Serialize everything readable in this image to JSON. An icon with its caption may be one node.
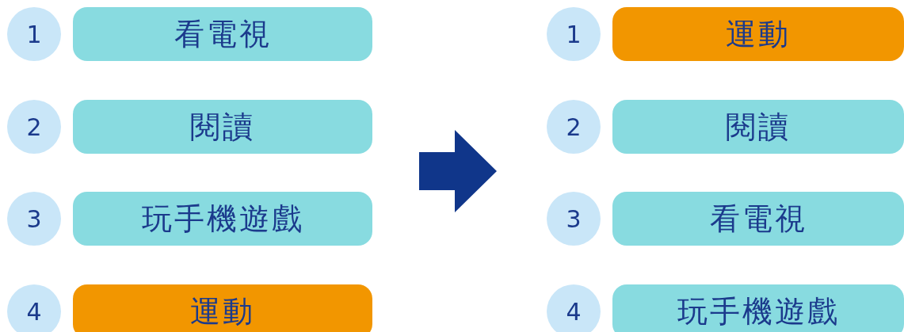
{
  "diagram": {
    "nodes": [
      {
        "text": [
          "1"
        ]
      },
      {
        "text": [
          "看電視"
        ]
      },
      {
        "text": [
          "2"
        ]
      },
      {
        "text": [
          "閱讀"
        ]
      },
      {
        "text": [
          "3"
        ]
      },
      {
        "text": [
          "玩手機遊戲"
        ]
      },
      {
        "text": [
          "4"
        ]
      },
      {
        "text": [
          "運動"
        ]
      },
      {
        "text": [
          "1"
        ]
      },
      {
        "text": [
          "運動"
        ]
      },
      {
        "text": [
          "2"
        ]
      },
      {
        "text": [
          "閱讀"
        ]
      },
      {
        "text": [
          "3"
        ]
      },
      {
        "text": [
          "看電視"
        ]
      },
      {
        "text": [
          "4"
        ]
      },
      {
        "text": [
          "玩手機遊戲"
        ]
      }
    ]
  }
}
